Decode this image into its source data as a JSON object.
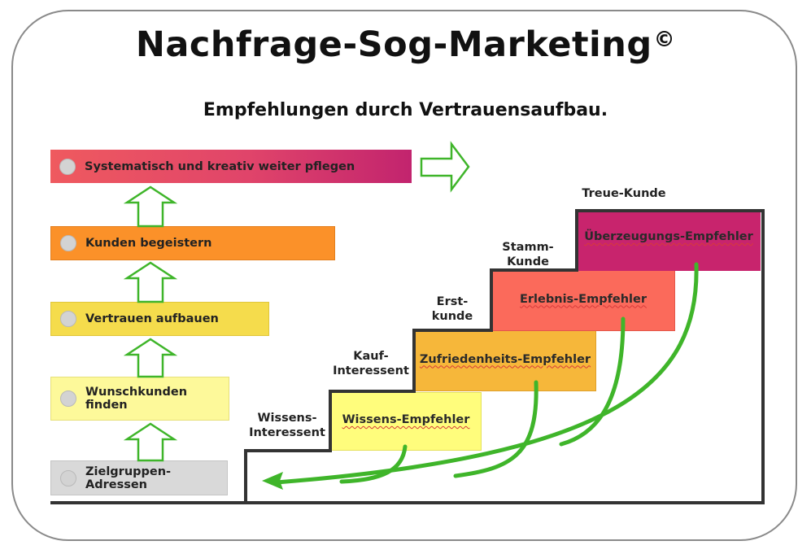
{
  "title": "Nachfrage-Sog-Marketing",
  "title_mark": "©",
  "subtitle": "Empfehlungen durch Vertrauensaufbau.",
  "ladder": [
    {
      "label": "Systematisch und kreativ weiter pflegen",
      "color": "gradient #ef5a5f→#c2246e"
    },
    {
      "label": "Kunden begeistern",
      "color": "#fb9129"
    },
    {
      "label": "Vertrauen aufbauen",
      "color": "#f5dc4c"
    },
    {
      "label": "Wunschkunden finden",
      "color": "#fdf99a"
    },
    {
      "label": "Zielgruppen-Adressen",
      "color": "#d9d9d9"
    }
  ],
  "stairs": {
    "steps": [
      {
        "label": "Wissens-Empfehler",
        "color": "#fffd7c"
      },
      {
        "label": "Zufriedenheits-Empfehler",
        "color": "#f6b73a"
      },
      {
        "label": "Erlebnis-Empfehler",
        "color": "#fb6a5b"
      },
      {
        "label": "Überzeugungs-Empfehler",
        "color": "#c8246d"
      }
    ],
    "levels": [
      {
        "label": "Wissens-\nInteressent"
      },
      {
        "label": "Kauf-\nInteressent"
      },
      {
        "label": "Erst-\nkunde"
      },
      {
        "label": "Stamm-\nKunde"
      },
      {
        "label": "Treue-Kunde"
      }
    ]
  },
  "colors": {
    "arrow_green": "#3fb52a",
    "stair_line": "#333333",
    "underline": "#d83a3a"
  }
}
